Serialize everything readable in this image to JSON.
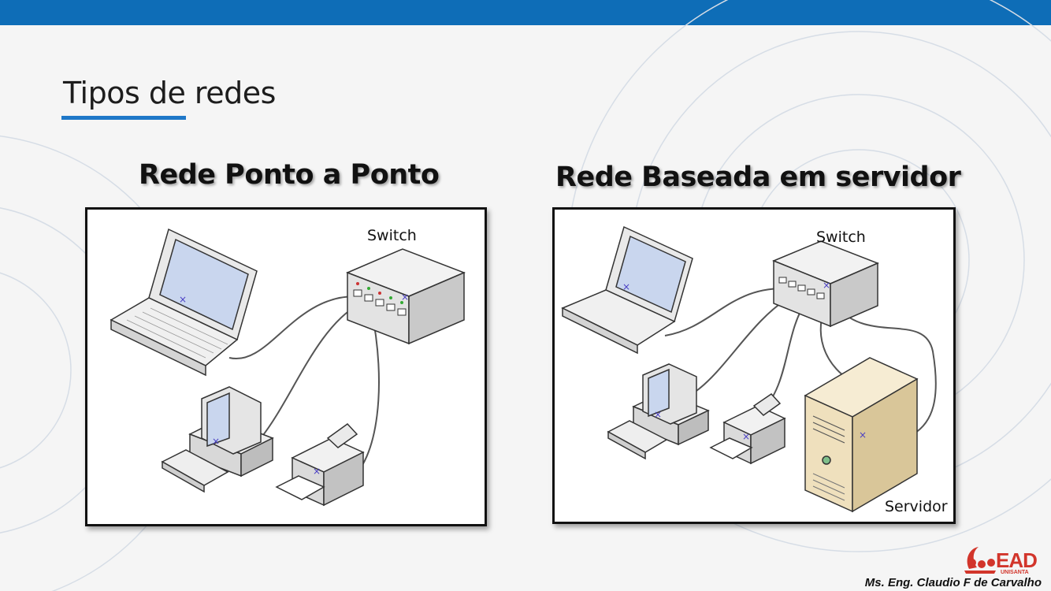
{
  "slide": {
    "title": "Tipos de redes",
    "author": "Ms. Eng. Claudio F de Carvalho"
  },
  "logo": {
    "name": "EAD",
    "subtitle": "UNISANTA"
  },
  "diagrams": [
    {
      "title": "Rede Ponto a Ponto",
      "labels": {
        "switch": "Switch"
      },
      "devices": [
        "laptop",
        "desktop-computer",
        "printer",
        "switch"
      ],
      "connections": [
        [
          "laptop",
          "switch"
        ],
        [
          "desktop-computer",
          "switch"
        ],
        [
          "printer",
          "switch"
        ]
      ]
    },
    {
      "title": "Rede Baseada em servidor",
      "labels": {
        "switch": "Switch",
        "server": "Servidor"
      },
      "devices": [
        "laptop",
        "desktop-computer",
        "printer",
        "switch",
        "server"
      ],
      "connections": [
        [
          "laptop",
          "switch"
        ],
        [
          "desktop-computer",
          "switch"
        ],
        [
          "printer",
          "switch"
        ],
        [
          "server",
          "switch"
        ]
      ]
    }
  ],
  "colors": {
    "top_bar": "#0e6db7",
    "underline": "#1f78c8",
    "logo": "#d2352b",
    "server_case": "#efe0bd"
  }
}
